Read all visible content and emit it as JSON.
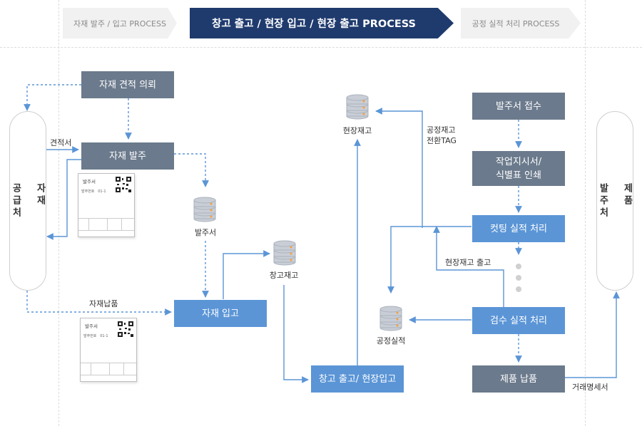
{
  "header": {
    "tab_left": "자재 발주 / 입고 PROCESS",
    "tab_center": "창고 출고 / 현장 입고 / 현장 출고 PROCESS",
    "tab_right": "공정 실적 처리 PROCESS"
  },
  "pills": {
    "supplier": "자재\n\n공급처",
    "product_order": "제품\n\n발주처"
  },
  "boxes": {
    "quote_request": "자재 견적 의뢰",
    "material_order": "자재 발주",
    "material_receipt": "자재 입고",
    "warehouse_out": "창고 출고/ 현장입고",
    "po_receipt": "발주서 접수",
    "work_order": "작업지시서/\n식별표 인쇄",
    "cutting_result": "컷팅 실적 처리",
    "inspection_result": "검수 실적 처리",
    "product_delivery": "제품 납품"
  },
  "databases": {
    "purchase_order_db": "발주서",
    "warehouse_stock_db": "창고재고",
    "site_stock_db": "현장재고",
    "process_result_db": "공정실적"
  },
  "labels": {
    "quotation": "견적서",
    "material_delivery": "자재납품",
    "process_stock_tag": "공정재고\n전환TAG",
    "site_stock_out": "현장재고 출고",
    "transaction_statement": "거래명세서"
  },
  "documents": {
    "title": "발주서",
    "field": "발주번호",
    "field_value": "01-1"
  }
}
